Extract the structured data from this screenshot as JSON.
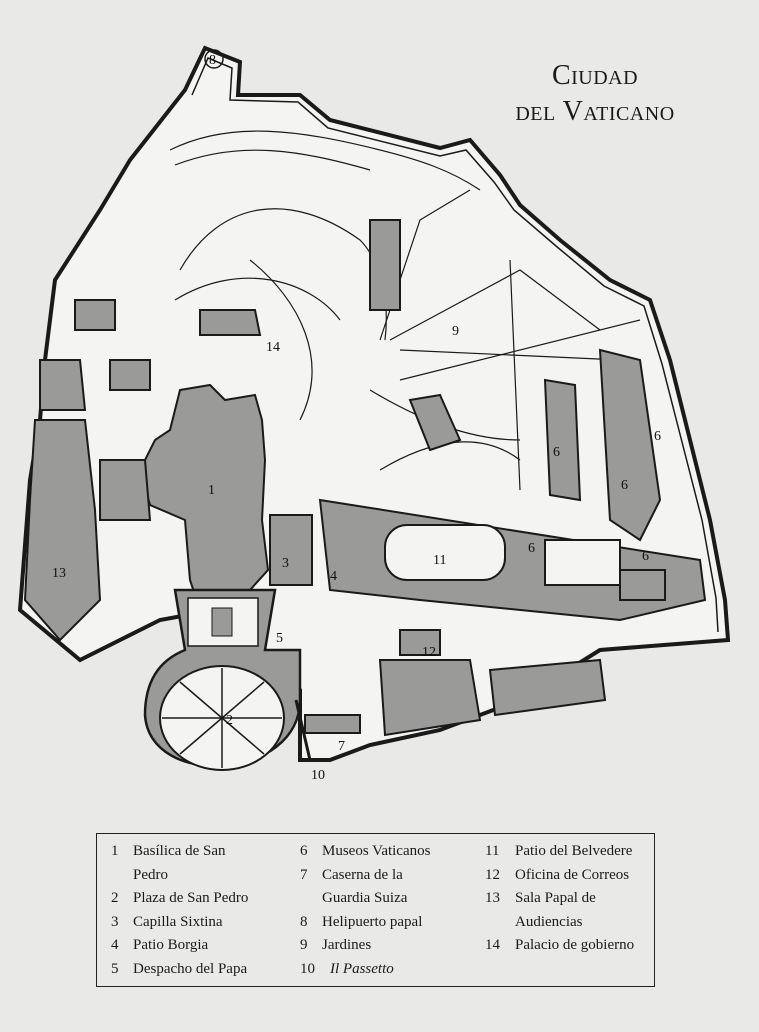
{
  "title": {
    "line1": "Ciudad",
    "line2": "del Vaticano"
  },
  "map_labels": {
    "l1": "1",
    "l2": "2",
    "l3": "3",
    "l4": "4",
    "l5": "5",
    "l6a": "6",
    "l6b": "6",
    "l6c": "6",
    "l6d": "6",
    "l6e": "6",
    "l7": "7",
    "l8": "8",
    "l9": "9",
    "l10": "10",
    "l11": "11",
    "l12": "12",
    "l13": "13",
    "l14": "14"
  },
  "legend": [
    {
      "num": "1",
      "line1": "Basílica de San",
      "line2": "Pedro",
      "italic": false
    },
    {
      "num": "2",
      "line1": "Plaza de San Pedro",
      "italic": false
    },
    {
      "num": "3",
      "line1": "Capilla Sixtina",
      "italic": false
    },
    {
      "num": "4",
      "line1": "Patio Borgia",
      "italic": false
    },
    {
      "num": "5",
      "line1": "Despacho del Papa",
      "italic": false
    },
    {
      "num": "6",
      "line1": "Museos Vaticanos",
      "italic": false
    },
    {
      "num": "7",
      "line1": "Caserna de la",
      "line2": "Guardia Suiza",
      "italic": false
    },
    {
      "num": "8",
      "line1": "Helipuerto papal",
      "italic": false
    },
    {
      "num": "9",
      "line1": "Jardines",
      "italic": false
    },
    {
      "num": "10",
      "line1": "Il Passetto",
      "italic": true
    },
    {
      "num": "11",
      "line1": "Patio del Belvedere",
      "italic": false
    },
    {
      "num": "12",
      "line1": "Oficina de Correos",
      "italic": false
    },
    {
      "num": "13",
      "line1": "Sala Papal de",
      "line2": "Audiencias",
      "italic": false
    },
    {
      "num": "14",
      "line1": "Palacio de gobierno",
      "italic": false
    }
  ],
  "colors": {
    "paper": "#e9e9e7",
    "building": "#9a9a99",
    "ink": "#1a1a1a",
    "ground": "#f4f4f2"
  }
}
